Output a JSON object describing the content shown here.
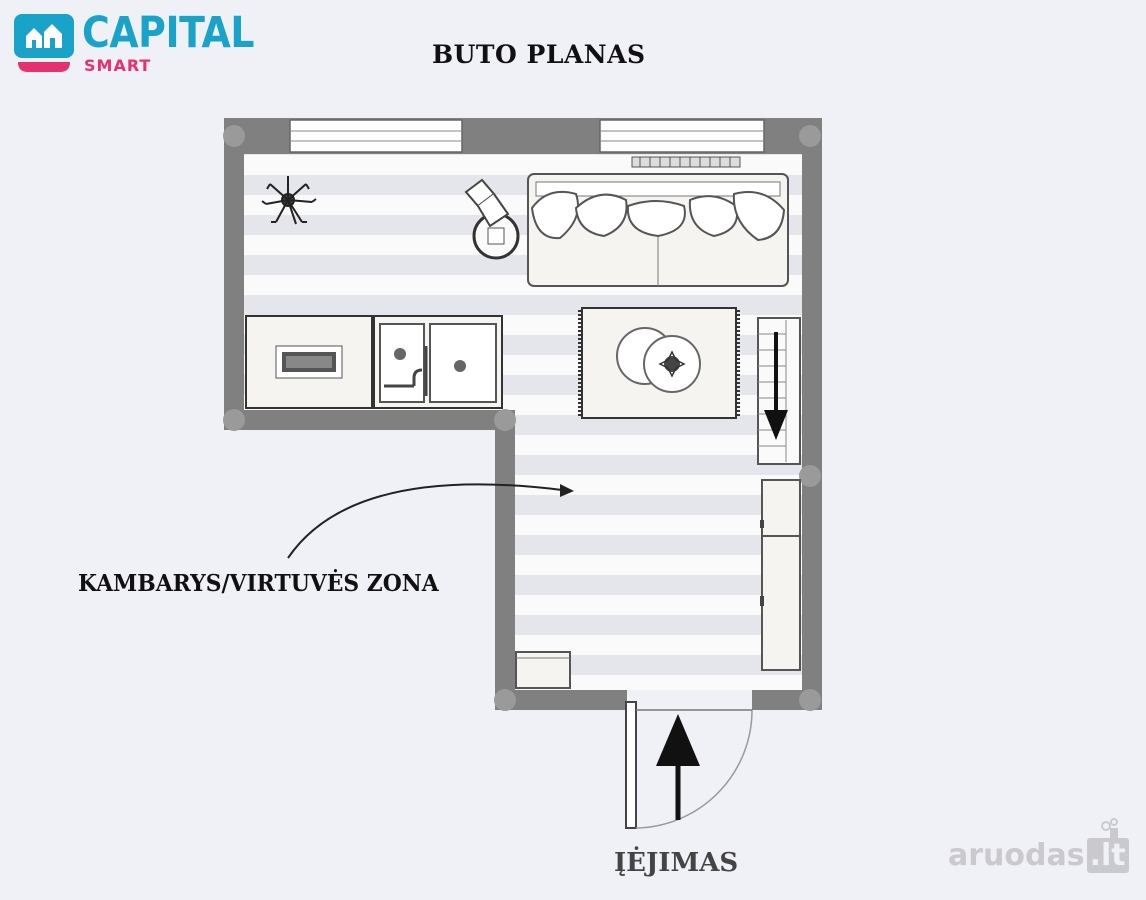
{
  "brand": {
    "name": "CAPITAL",
    "tagline": "SMART",
    "primary_color": "#1aa3c9",
    "accent_color": "#e6316f"
  },
  "title": "BUTO PLANAS",
  "labels": {
    "room": "KAMBARYS/VIRTUVĖS ZONA",
    "entrance": "ĮĖJIMAS"
  },
  "watermark": {
    "name": "aruodas",
    "tld": ".lt"
  },
  "icons": {
    "brand": "house-icon",
    "entry_arrow": "arrow-up-icon",
    "stair_arrow": "arrow-down-icon",
    "watermark": "chimney-icon"
  },
  "colors": {
    "wall": "#808080",
    "floor": "#fafafb",
    "stripe": "#e5e5ec",
    "furniture": "#f5f4f0",
    "outline": "#555555"
  }
}
